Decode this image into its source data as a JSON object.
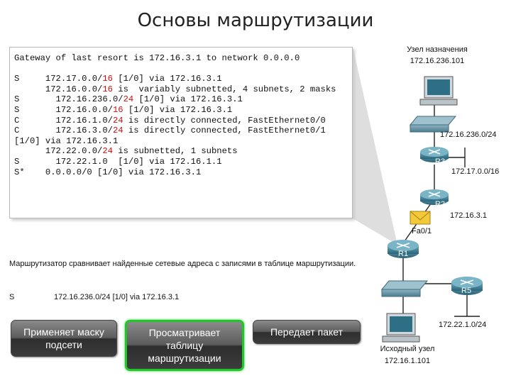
{
  "title": "Основы маршрутизации",
  "routing_table": [
    {
      "parts": [
        {
          "t": "Gateway of last resort is 172.16.3.1 to network 0.0.0.0"
        }
      ]
    },
    {
      "parts": [
        {
          "t": ""
        }
      ]
    },
    {
      "parts": [
        {
          "t": "S     172.17.0.0/"
        },
        {
          "t": "16",
          "red": true
        },
        {
          "t": " [1/0] via 172.16.3.1"
        }
      ]
    },
    {
      "parts": [
        {
          "t": "      172.16.0.0/"
        },
        {
          "t": "16",
          "red": true
        },
        {
          "t": " is  variably subnetted, 4 subnets, 2 masks"
        }
      ]
    },
    {
      "parts": [
        {
          "t": "S       172.16.236.0/"
        },
        {
          "t": "24",
          "red": true
        },
        {
          "t": " [1/0] via 172.16.3.1"
        }
      ]
    },
    {
      "parts": [
        {
          "t": "S       172.16.0.0/"
        },
        {
          "t": "16",
          "red": true
        },
        {
          "t": " [1/0] via 172.16.3.1"
        }
      ]
    },
    {
      "parts": [
        {
          "t": "C       172.16.1.0/"
        },
        {
          "t": "24",
          "red": true
        },
        {
          "t": " is directly connected, FastEthernet0/0"
        }
      ]
    },
    {
      "parts": [
        {
          "t": "C       172.16.3.0/"
        },
        {
          "t": "24",
          "red": true
        },
        {
          "t": " is directly connected, FastEthernet0/1"
        }
      ]
    },
    {
      "parts": [
        {
          "t": "[1/0] via 172.16.3.1"
        }
      ]
    },
    {
      "parts": [
        {
          "t": "      172.22.0.0/"
        },
        {
          "t": "24",
          "red": true
        },
        {
          "t": " is subnetted, 1 subnets"
        }
      ]
    },
    {
      "parts": [
        {
          "t": "S       172.22.1.0  [1/0] via 172.16.1.1"
        }
      ]
    },
    {
      "parts": [
        {
          "t": "S*    0.0.0.0/0 [1/0] via 172.16.3.1"
        }
      ]
    }
  ],
  "caption": "Маршрутизатор сравнивает найденные сетевые адреса с записями в таблице маршрутизации.",
  "entry": {
    "code": "S",
    "text": "172.16.236.0/24 [1/0] via 172.16.3.1"
  },
  "buttons": {
    "apply_mask": "Применяет маску подсети",
    "view_table": "Просматривает таблицу маршрутизации",
    "forward_packet": "Передает пакет"
  },
  "topology": {
    "dest_label": "Узел назначения",
    "dest_ip": "172.16.236.101",
    "net_236": "172.16.236.0/24",
    "r3": "R3",
    "net_17": "172.17.0.0/16",
    "r2": "R2",
    "net_3_1": "172.16.3.1",
    "iface": "Fa0/1",
    "r1": "R1",
    "r5": "R5",
    "net_22": "172.22.1.0/24",
    "src_label": "Исходный узел",
    "src_ip": "172.16.1.101"
  },
  "colors": {
    "highlight": "#d01010",
    "active_border": "#22c52a",
    "router": "#3d7f95",
    "envelope": "#f3c93a"
  }
}
